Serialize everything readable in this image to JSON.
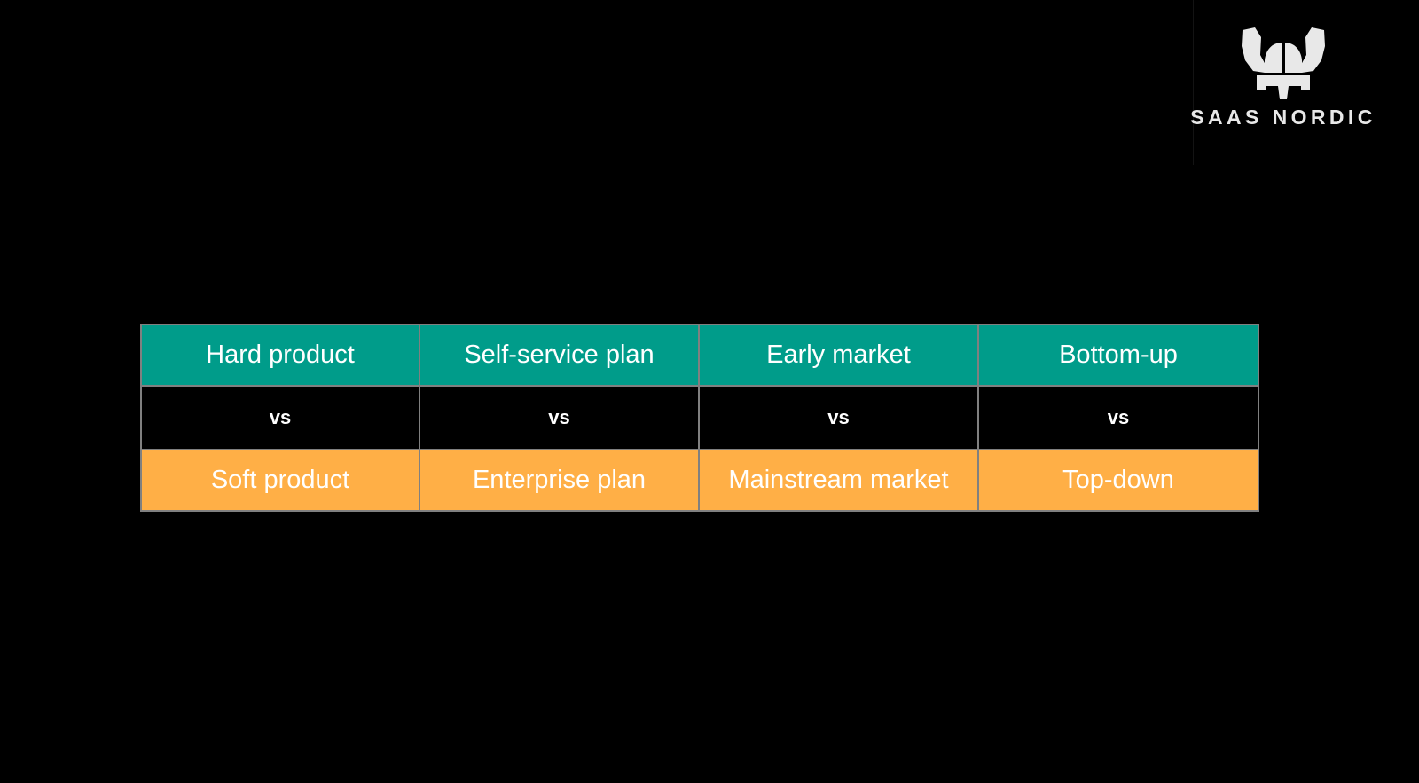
{
  "slide": {
    "background_color": "#000000"
  },
  "brand": {
    "name": "SAAS NORDIC",
    "logo_icon": "viking-helmet-icon",
    "logo_color": "#e8e8e8"
  },
  "comparison_table": {
    "separator_label": "vs",
    "colors": {
      "top_row": "#009C8A",
      "middle_row": "#000000",
      "bottom_row": "#FFAF46",
      "border": "#808080",
      "text": "#ffffff"
    },
    "columns": [
      {
        "top": "Hard product",
        "middle": "vs",
        "bottom": "Soft product"
      },
      {
        "top": "Self-service plan",
        "middle": "vs",
        "bottom": "Enterprise plan"
      },
      {
        "top": "Early market",
        "middle": "vs",
        "bottom": "Mainstream market"
      },
      {
        "top": "Bottom-up",
        "middle": "vs",
        "bottom": "Top-down"
      }
    ]
  }
}
